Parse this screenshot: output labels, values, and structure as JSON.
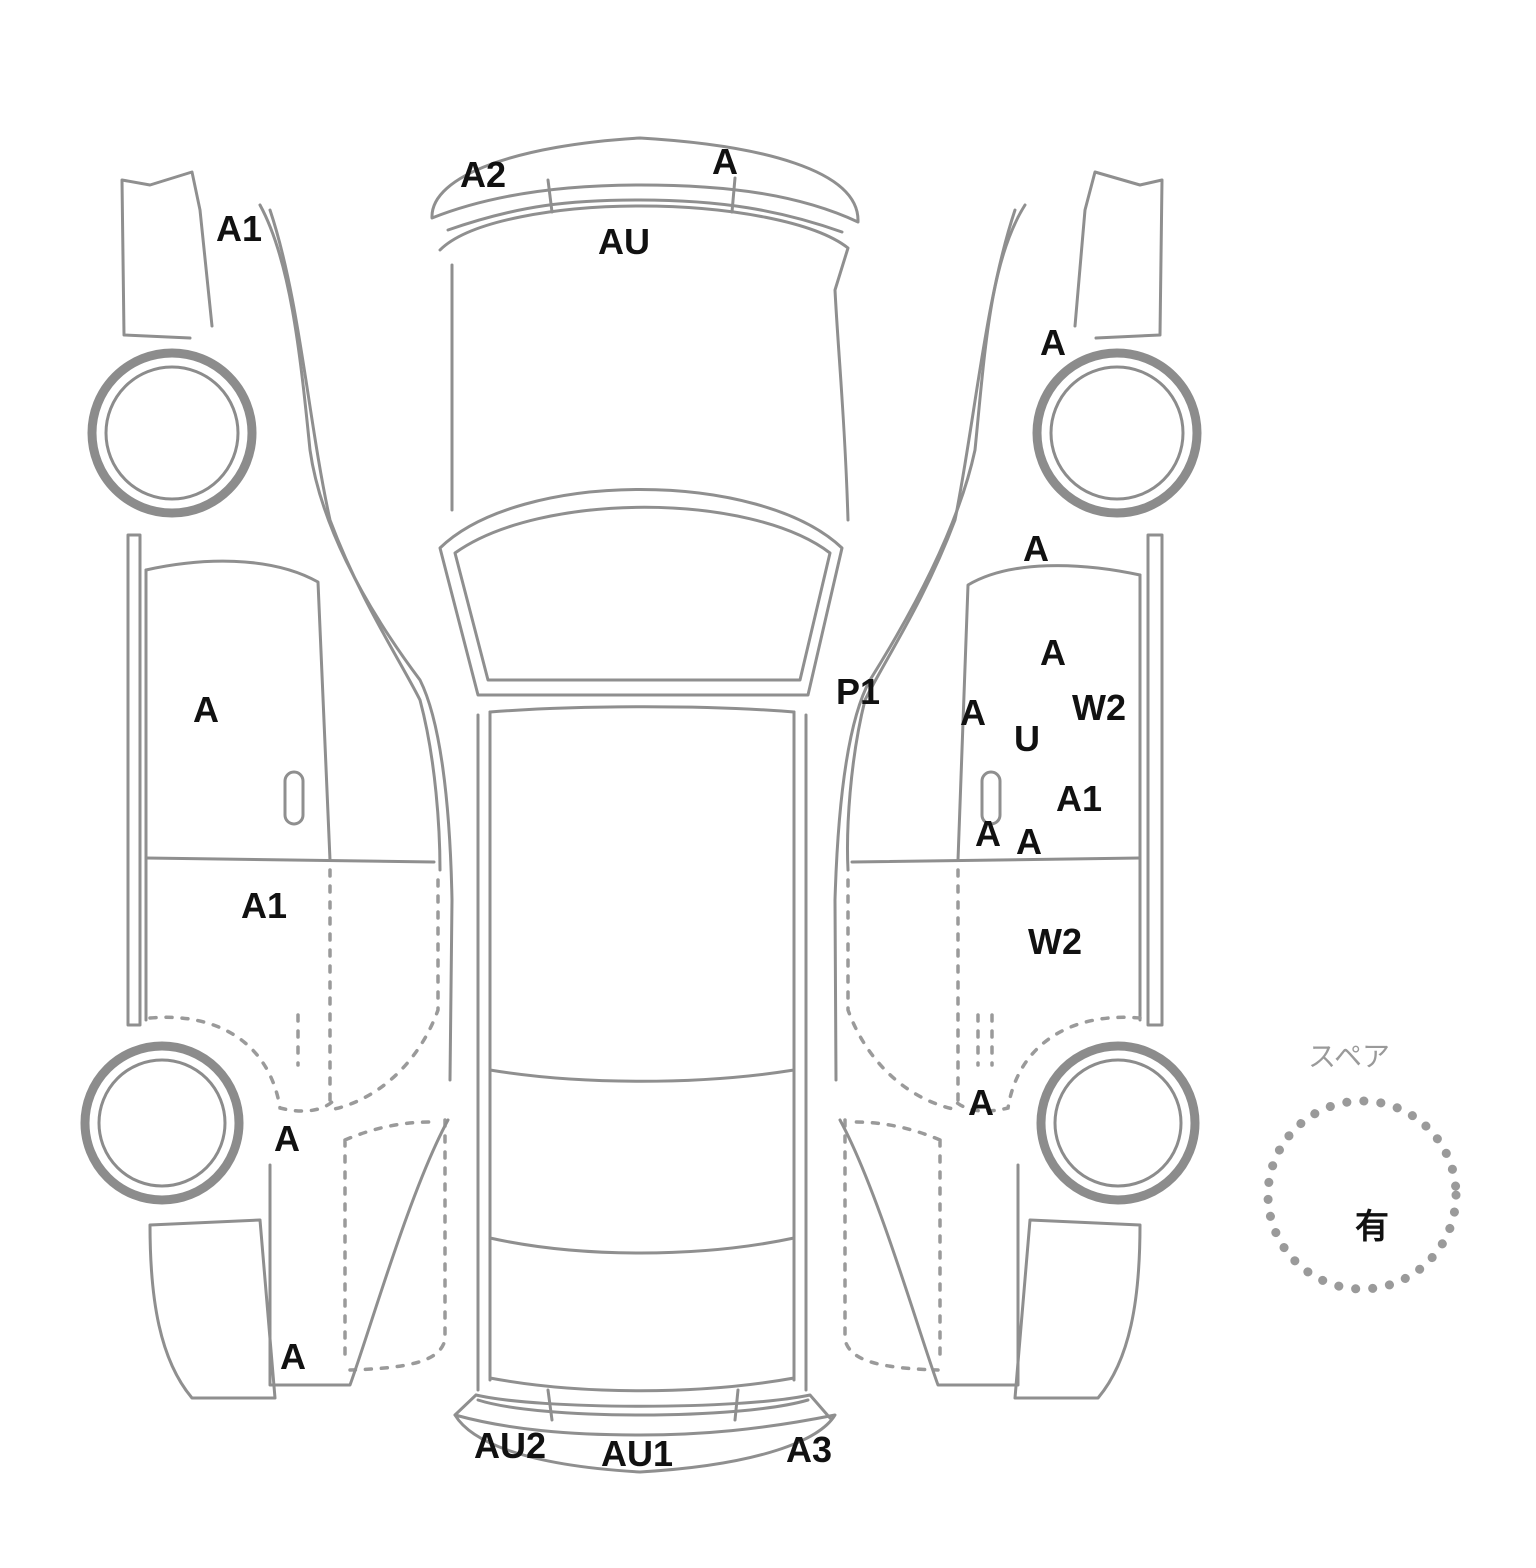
{
  "damage_labels": {
    "left_front_bumper": "A1",
    "left_front_door": "A",
    "left_rear_door": "A1",
    "left_rear_fender": "A",
    "left_rear_bumper": "A",
    "hood_edge_left": "A2",
    "hood_edge_right": "A",
    "hood": "AU",
    "right_pillar": "P1",
    "right_front_bumper": "A",
    "right_door_top": "A",
    "right_door_upper": "A",
    "right_door_mid_left": "A",
    "right_door_w2": "W2",
    "right_door_u": "U",
    "right_door_a1": "A1",
    "right_door_bottom_left": "A",
    "right_door_bottom_right": "A",
    "right_rear_door_w2": "W2",
    "right_rear_fender": "A",
    "rear_bumper_left": "AU2",
    "rear_bumper_center": "AU1",
    "rear_bumper_right": "A3"
  },
  "spare": {
    "title": "スペア",
    "value": "有"
  }
}
